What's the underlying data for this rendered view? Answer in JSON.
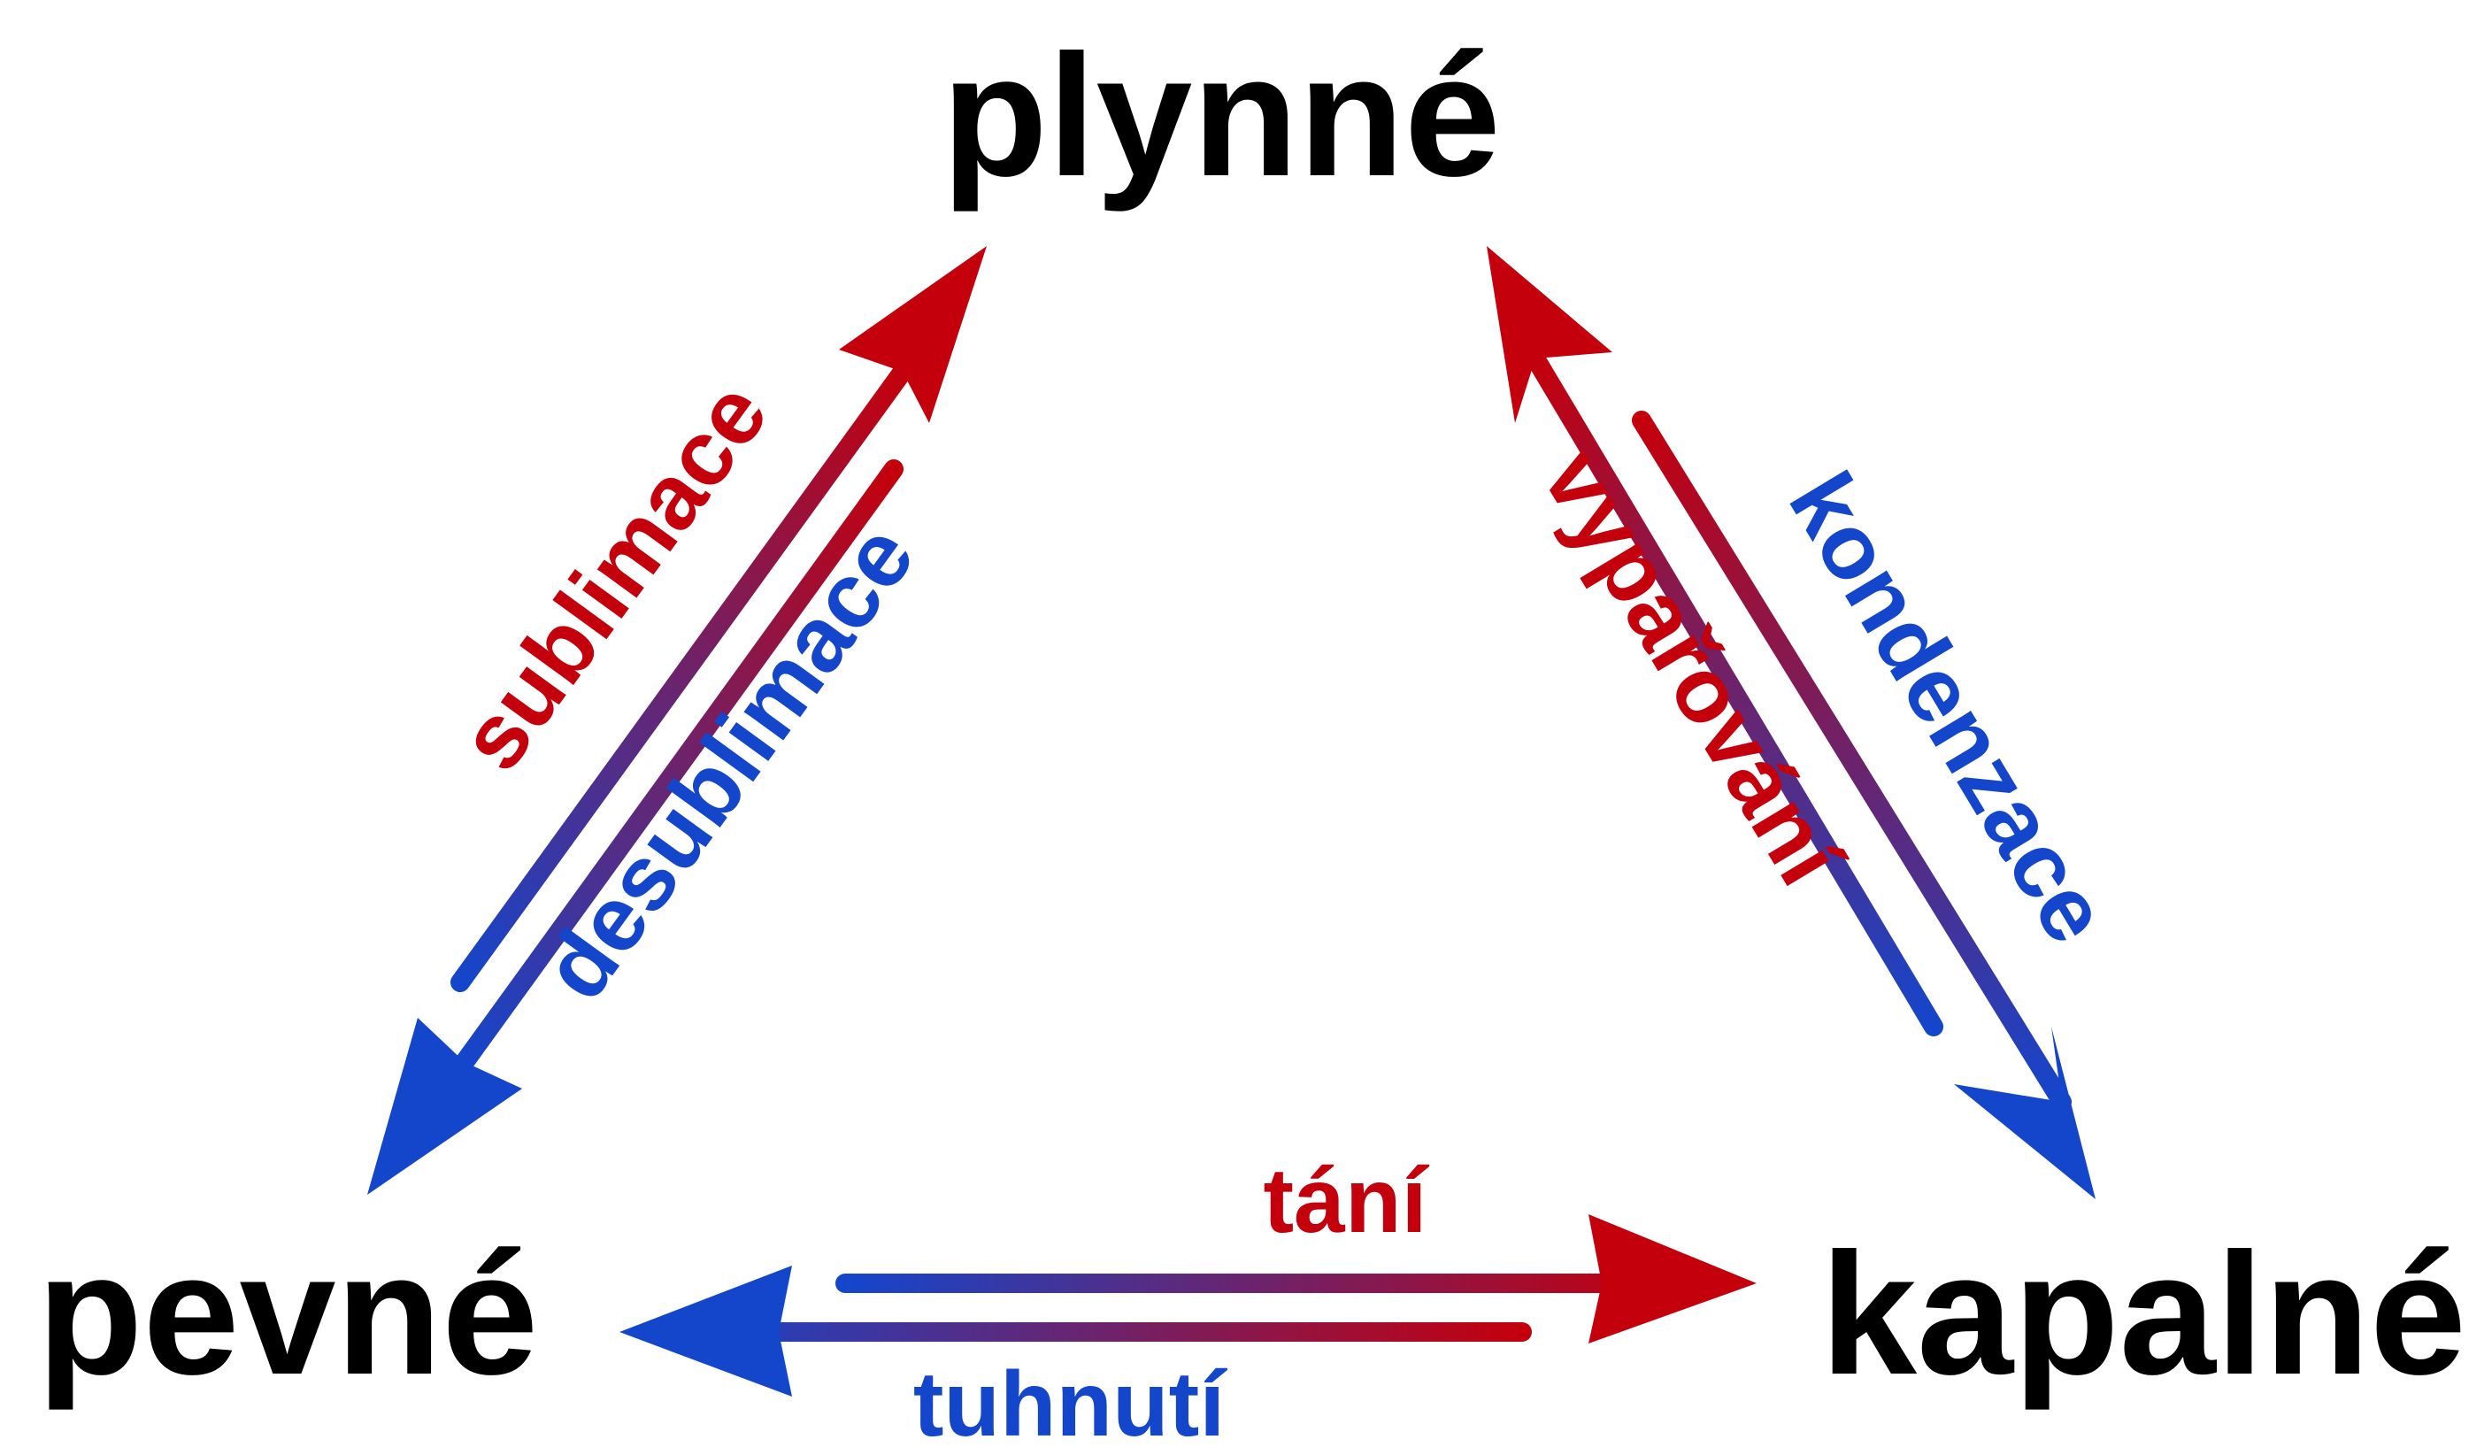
{
  "states": {
    "gas": "plynné",
    "solid": "pevné",
    "liquid": "kapalné"
  },
  "processes": {
    "sublimation": "sublimace",
    "desublimation": "desublimace",
    "evaporation": "vypařování",
    "condensation": "kondenzace",
    "melting": "tání",
    "solidification": "tuhnutí"
  },
  "colors": {
    "state_text": "#000000",
    "heating": "#c4000c",
    "cooling": "#1446cc"
  }
}
